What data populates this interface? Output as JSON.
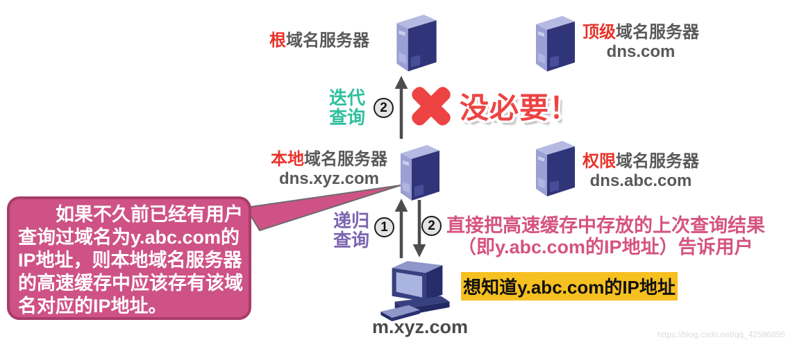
{
  "colors": {
    "accent_red": "#e8332a",
    "cross_red": "#ee4343",
    "bubble_pink": "#ce5286",
    "bubble_border": "#a93c6b",
    "rose_text": "#d5537f",
    "mint_green": "#2fbf9d",
    "purple": "#7d64b1",
    "yellow": "#f6c021",
    "arrow_gray": "#4d4d4d",
    "server_navy": "#303579",
    "label_gray": "#595959"
  },
  "nodes": {
    "root": {
      "highlight": "根",
      "rest": "域名服务器"
    },
    "tld": {
      "highlight": "顶级",
      "rest": "域名服务器",
      "domain": "dns.com"
    },
    "local": {
      "highlight": "本地",
      "rest": "域名服务器",
      "domain": "dns.xyz.com"
    },
    "auth": {
      "highlight": "权限",
      "rest": "域名服务器",
      "domain": "dns.abc.com"
    },
    "client": {
      "domain": "m.xyz.com"
    }
  },
  "annotations": {
    "iterative": {
      "line1": "迭代",
      "line2": "查询"
    },
    "recursive": {
      "line1": "递归",
      "line2": "查询"
    },
    "no_need": "没必要！",
    "badge_step1": "1",
    "badge_step2": "2",
    "cache_note": {
      "full": "如果不久前已经有用户查询过域名为y.abc.com的IP地址，则本地域名服务器的高速缓存中应该存有该域名对应的IP地址。",
      "line1": "如果不久前已经有用户",
      "line2": "查询过域名为y.abc.com的",
      "line3": "IP地址，则本地域名服务器",
      "line4": "的高速缓存中应该存有该域",
      "line5": "名对应的IP地址。"
    },
    "step2_result": {
      "line1": "直接把高速缓存中存放的上次查询结果",
      "line2": "（即y.abc.com的IP地址）告诉用户"
    },
    "client_request": "想知道y.abc.com的IP地址"
  },
  "watermark": "https://blog.csdn.net/qq_42586895"
}
